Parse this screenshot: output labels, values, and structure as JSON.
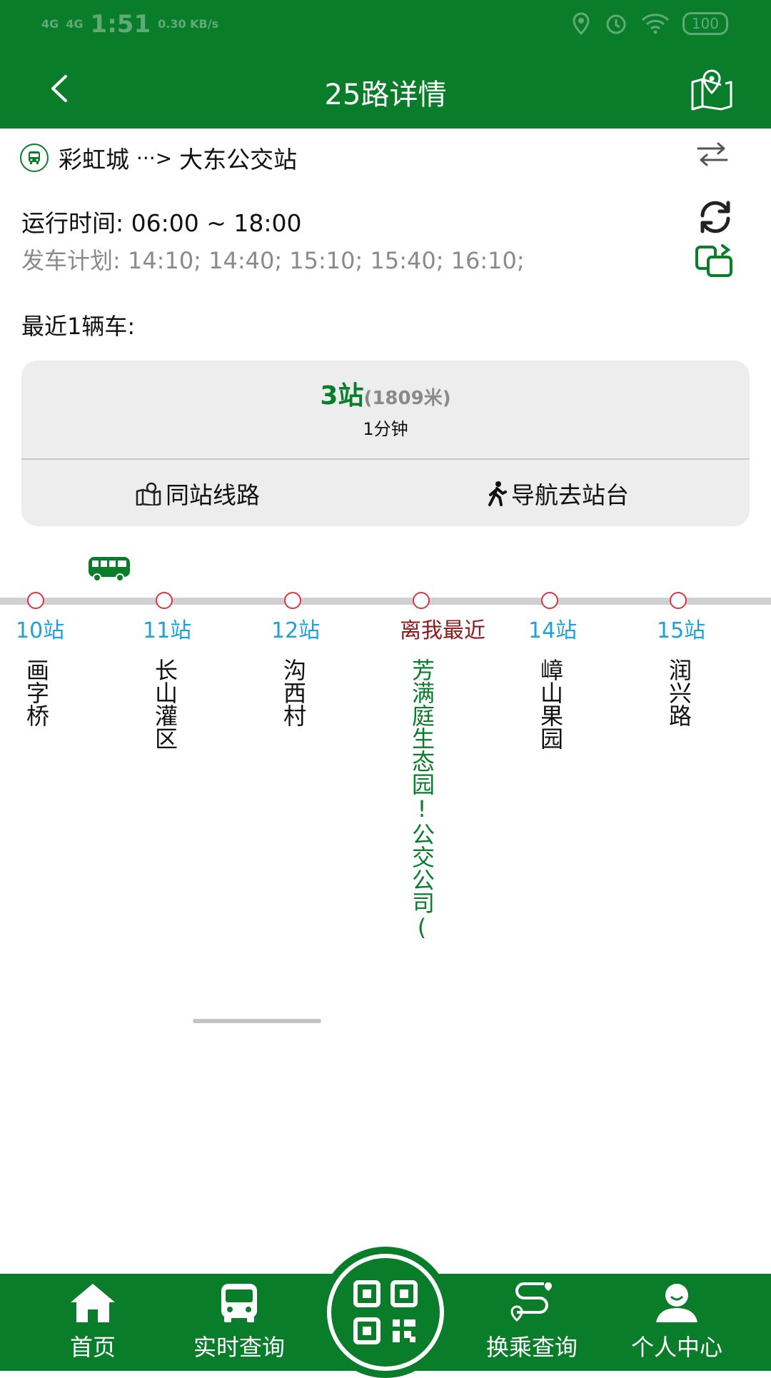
{
  "status_bar": {
    "network_1": "4G",
    "network_2": "4G",
    "time": "1:51",
    "speed": "0.30 KB/s",
    "battery": "100"
  },
  "header": {
    "title": "25路详情"
  },
  "route": {
    "from": "彩虹城",
    "arrow": "···>",
    "to": "大东公交站"
  },
  "schedule": {
    "operating_time": "运行时间: 06:00 ~ 18:00",
    "departure_plan": "发车计划: 14:10; 14:40; 15:10; 15:40; 16:10;"
  },
  "nearest": {
    "heading": "最近1辆车:",
    "stops": "3站",
    "distance": "(1809米)",
    "eta": "1分钟",
    "same_station_label": "同站线路",
    "navigate_label": "导航去站台"
  },
  "stations": [
    {
      "label": "10站",
      "name": "画字桥"
    },
    {
      "label": "11站",
      "name": "长山灌区"
    },
    {
      "label": "12站",
      "name": "沟西村"
    },
    {
      "label": "离我最近",
      "name": "芳满庭生态园!公交公司(",
      "nearest": true
    },
    {
      "label": "14站",
      "name": "嶂山果园"
    },
    {
      "label": "15站",
      "name": "润兴路"
    }
  ],
  "tabs": [
    {
      "label": "首页",
      "icon": "home-icon"
    },
    {
      "label": "实时查询",
      "icon": "bus-icon"
    },
    {
      "label": "",
      "icon": "qr-code-icon"
    },
    {
      "label": "换乘查询",
      "icon": "route-icon"
    },
    {
      "label": "个人中心",
      "icon": "person-icon"
    }
  ],
  "colors": {
    "primary": "#0a7d2b",
    "station_label": "#1ea0d8",
    "nearest_label": "#8b1a1a",
    "node_border": "#d9363e"
  }
}
